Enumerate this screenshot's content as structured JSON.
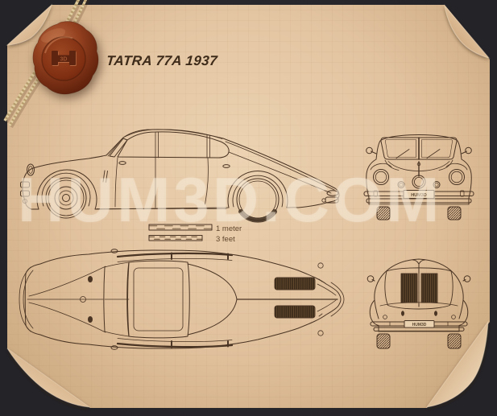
{
  "header": {
    "title": "TATRA 77A 1937"
  },
  "watermark": {
    "text": "HUM3D.COM"
  },
  "scale": {
    "meter_label": "1 meter",
    "feet_label": "3 feet"
  },
  "plates": {
    "text": "HUM3D"
  },
  "seal": {
    "logo_text": "3D"
  },
  "colors": {
    "background": "#28282b",
    "paper": "#e3c4a1",
    "ink": "#4a3423",
    "wax": "#93401f",
    "string": "#e0cda0",
    "watermark": "rgba(246,234,216,0.5)"
  }
}
